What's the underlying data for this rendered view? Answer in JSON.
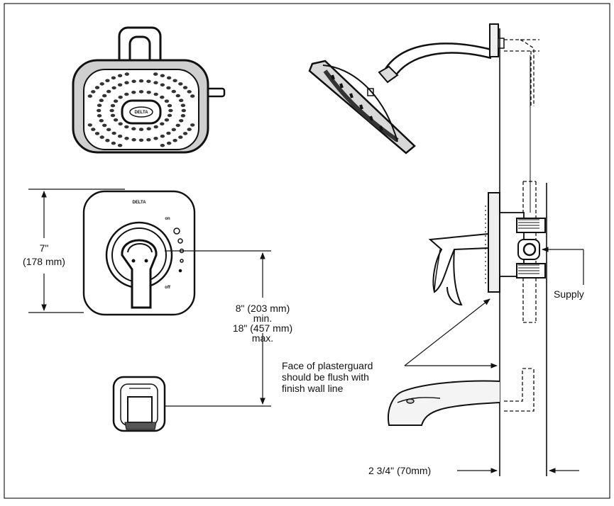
{
  "diagram": {
    "brand_head": "DELTA",
    "brand_valve": "DELTA",
    "valve_on": "on",
    "valve_off": "off",
    "height_line1": "7\"",
    "height_line2": "(178 mm)",
    "spacing_line1": "8\" (203 mm)",
    "spacing_line2": "min.",
    "spacing_line3": "18\" (457 mm)",
    "spacing_line4": "max.",
    "supply": "Supply",
    "note_line1": "Face of plasterguard",
    "note_line2": "should be flush with",
    "note_line3": "finish wall line",
    "depth": "2 3/4\" (70mm)"
  }
}
